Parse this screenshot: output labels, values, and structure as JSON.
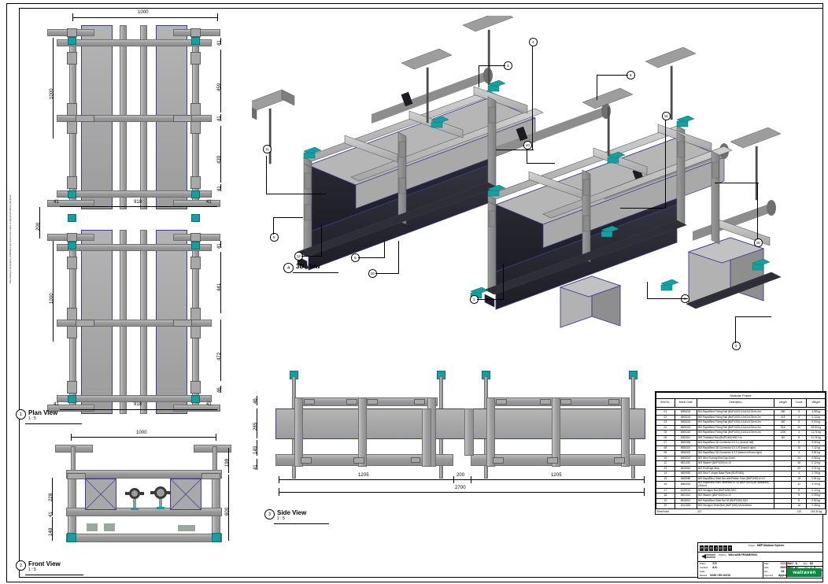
{
  "sheet": {
    "side_note": "This drawing is the property of Walraven and must not be copied or reproduced without permission"
  },
  "views": [
    {
      "id": "1",
      "name": "Plan View",
      "scale": "1 : 5"
    },
    {
      "id": "2",
      "name": "Front View",
      "scale": "1 : 5"
    },
    {
      "id": "3",
      "name": "Side View",
      "scale": "1 : 5"
    },
    {
      "id": "4",
      "name": "3D View",
      "scale": ""
    }
  ],
  "plan_view": {
    "dimensions_top": [
      "1000"
    ],
    "dimensions_left": [
      "1000",
      "200",
      "1000"
    ],
    "dimensions_right_upper": [
      "41",
      "459",
      "41",
      "439",
      "41"
    ],
    "dimensions_right_lower": [
      "41",
      "441",
      "472",
      "46"
    ],
    "dimensions_bottom_upper": [
      "41",
      "918",
      "41"
    ],
    "dimensions_bottom_lower": [
      "41",
      "918",
      "41"
    ]
  },
  "front_view": {
    "dim_top": "1000",
    "dim_right": [
      "198",
      "600"
    ],
    "dim_left": [
      "228",
      "41",
      "148"
    ]
  },
  "side_view": {
    "dim_left": [
      "46",
      "285",
      "149",
      "41"
    ],
    "dim_bottom_segments": [
      "1205",
      "200",
      "1205"
    ],
    "dim_bottom_total": "2700"
  },
  "callouts_3d": [
    "4",
    "3",
    "11",
    "10",
    "5",
    "12",
    "6",
    "20",
    "1",
    "8",
    "16",
    "18",
    "9",
    "2"
  ],
  "bom": {
    "title": "Modular Frame",
    "columns": [
      "Item No.",
      "Article Code",
      "Description",
      "Length",
      "Count",
      "Weight"
    ],
    "rows": [
      {
        "item": "01",
        "code": "6505243",
        "desc": "BIS RapidStrut Fixing Rail (BUP1000) 41x41x2.5mm 2m",
        "length": "250",
        "count": "8",
        "weight": "4.98 kg"
      },
      {
        "item": "02",
        "code": "6505243",
        "desc": "BIS RapidStrut Fixing Rail (BUP1000) 41x41x2.5mm 2m",
        "length": "415",
        "count": "4",
        "weight": "4.13 kg"
      },
      {
        "item": "03",
        "code": "6505243",
        "desc": "BIS RapidStrut Fixing Rail (BUP1000) 41x41x2.5mm 2m",
        "length": "450",
        "count": "8",
        "weight": "9.00 kg"
      },
      {
        "item": "04",
        "code": "6505243",
        "desc": "BIS RapidStrut Fixing Rail (BUP1000) 41x41x2.5mm 2m",
        "length": "918",
        "count": "20",
        "weight": "45.90 kg"
      },
      {
        "item": "05",
        "code": "6505243",
        "desc": "BIS RapidStrut Fixing Rail (BUP1000) 41x41x2.5mm 2m",
        "length": "1200",
        "count": "4",
        "weight": "11.76 kg"
      },
      {
        "item": "06",
        "code": "6305312",
        "desc": "BIS Threaded Rod (BUP1000) M12 1m",
        "length": "110",
        "count": "8",
        "weight": "11.76 kg"
      },
      {
        "item": "07",
        "code": "6506306",
        "desc": "BIS RapidStrut 3D Connector 6.3.3-L (branch left)",
        "length": "",
        "count": "8",
        "weight": "9.50 kg"
      },
      {
        "item": "08",
        "code": "6506301",
        "desc": "BIS RapidStrut 3D Connector 6.3.3-R (branch right)",
        "length": "",
        "count": "10",
        "weight": "7.12 kg"
      },
      {
        "item": "09",
        "code": "6506302",
        "desc": "BIS RapidStrut 3D Connector 6.3.3 (branch left and right)",
        "length": "",
        "count": "4",
        "weight": "3.81 kg"
      },
      {
        "item": "10",
        "code": "6505241",
        "desc": "BIS Strut Turning End Cap 41x41",
        "length": "",
        "count": "24",
        "weight": "0.96 kg"
      },
      {
        "item": "12",
        "code": "6521010",
        "desc": "BIS Washer (BUP1000) d=13",
        "length": "",
        "count": "16",
        "weight": "0.12 kg"
      },
      {
        "item": "13",
        "code": "6510610",
        "desc": "BIS ProtEdge Strip",
        "length": "",
        "count": "20",
        "weight": "0.21 kg"
      },
      {
        "item": "14",
        "code": "6505081",
        "desc": "BIS Strut T-shape Base Plate (BUP1000)",
        "length": "",
        "count": "4",
        "weight": "1.78 kg"
      },
      {
        "item": "15",
        "code": "6505080",
        "desc": "BIS RapidStrut Slide Nut with Plastic Tube (BUP1000) d=10",
        "length": "",
        "count": "16",
        "weight": "0.61 kg"
      },
      {
        "item": "16",
        "code": "6505051",
        "desc": "BIS RapidStrut Rail Connector 97.02 (BUP1000) (for Walraven) (42mm)",
        "length": "",
        "count": "12",
        "weight": "3.19 kg"
      },
      {
        "item": "17",
        "code": "6120101",
        "desc": "BIS Hexagon Nut (BUP1000) M12",
        "length": "",
        "count": "8",
        "weight": "0.12 kg"
      },
      {
        "item": "18",
        "code": "6521012",
        "desc": "BIS Washer (BUP1000) d=13",
        "length": "",
        "count": "8",
        "weight": "0.05 kg"
      },
      {
        "item": "19",
        "code": "6516512",
        "desc": "BIS RapidStrut Slide Nut 02 (BUP1000) M12",
        "length": "",
        "count": "8",
        "weight": "0.52 kg"
      },
      {
        "item": "20",
        "code": "6141030",
        "desc": "BIS Hexagon Head Bolt (BUP1000) M10x30mm",
        "length": "",
        "count": "16",
        "weight": "0.48 kg"
      }
    ],
    "summary_label": "Sheet total",
    "summary_items": "212",
    "summary_count": "212",
    "summary_weight": "115.30 kg"
  },
  "title_block": {
    "logo_letters": [
      "P",
      "R",
      "O",
      "J",
      "E",
      "C",
      "T"
    ],
    "project_label": "Project",
    "project_name": "MEP Modular System",
    "drawing_label": "Drawing",
    "drawing_no": "WAL/ASB FRAME/0011",
    "drawn_label": "Drawn",
    "drawn_by": "S.P.",
    "checked_label": "Checked",
    "checked_by": "A.K.",
    "scale_label": "Scale",
    "scale_value": "1 : 5",
    "material_label": "Material",
    "material_value": "S235 / EN 10219",
    "date_label": "Date",
    "date_value": "24/04/2023",
    "date2_label": "Date",
    "date2_value": "25/04/2023",
    "rev_label": "Rev",
    "rev_value": "04",
    "approved_label": "Approved",
    "approved_value": "Approved",
    "revision_label": "Rev",
    "revision_value": "A",
    "size_label": "Size",
    "size_value": "A3",
    "sheet_label": "Sheet",
    "sheet_value": "1",
    "weight_label": "Wt.",
    "weight_value": "A2",
    "unit_label": "Unit",
    "unit_value": "1 : 5",
    "page_label": "Page",
    "page_value": "1",
    "brand": "walraven"
  },
  "colors": {
    "duct_outline": "#3b3b8f",
    "teal_bracket": "#14a0a0",
    "steel": "#a0a0a0",
    "brand_green": "#0a8a3c"
  }
}
